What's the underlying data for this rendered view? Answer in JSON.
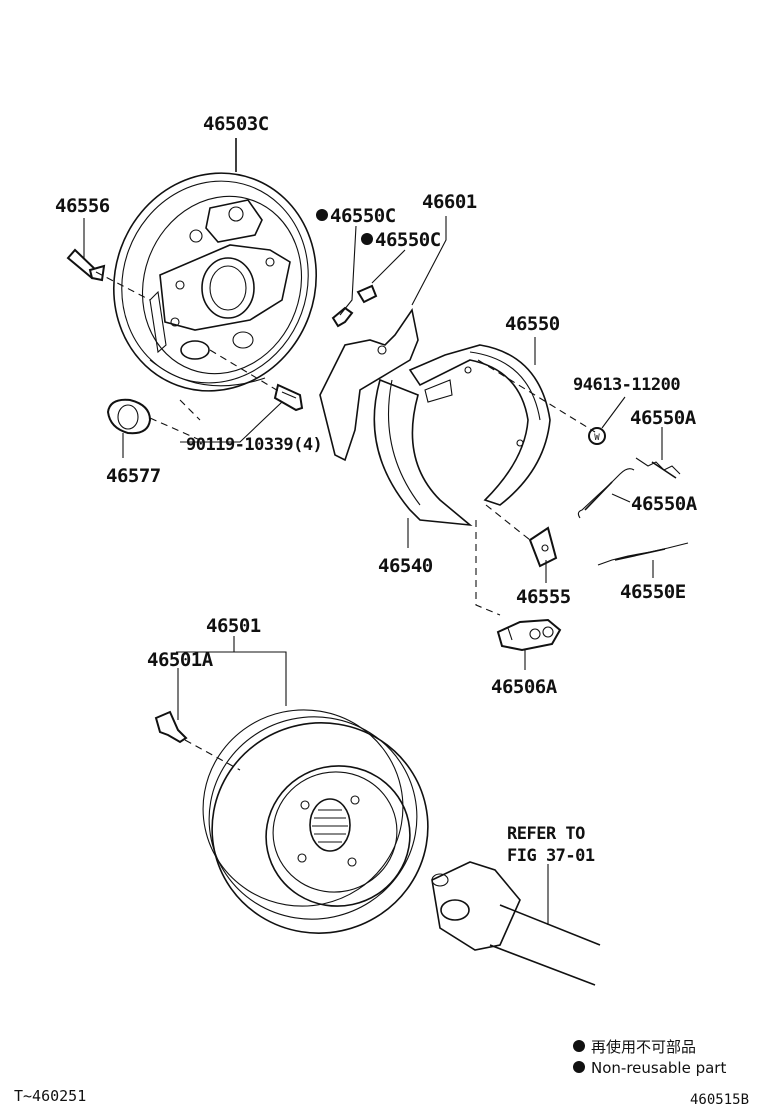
{
  "labels": {
    "p46503C": "46503C",
    "p46556": "46556",
    "p46550C_1": "46550C",
    "p46550C_2": "46550C",
    "p46601": "46601",
    "p46550": "46550",
    "p94613": "94613-11200",
    "p46550A_1": "46550A",
    "p46550A_2": "46550A",
    "p90119": "90119-10339(4)",
    "p46577": "46577",
    "p46540": "46540",
    "p46555": "46555",
    "p46550E": "46550E",
    "p46501": "46501",
    "p46501A": "46501A",
    "p46506A": "46506A",
    "refer_line1": "REFER TO",
    "refer_line2": "FIG 37-01",
    "washer_mark": "W"
  },
  "legend": {
    "line1": "再使用不可部品",
    "line2": "Non-reusable part"
  },
  "footer": {
    "left_code": "T~460251",
    "right_code": "460515B"
  }
}
